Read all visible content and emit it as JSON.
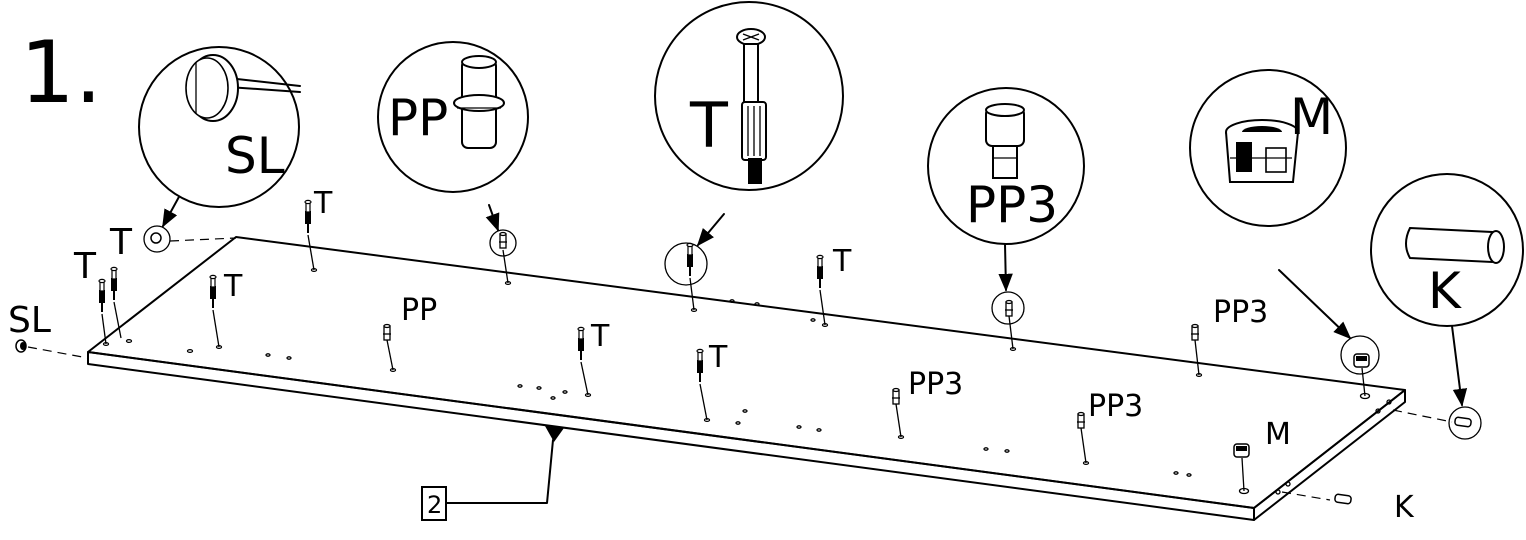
{
  "step_number": "1.",
  "part_number": "2",
  "callouts": {
    "sl": "SL",
    "pp": "PP",
    "t": "T",
    "pp3": "PP3",
    "m": "M",
    "k": "K"
  },
  "labels": {
    "sl": "SL",
    "t_a": "T",
    "t_b": "T",
    "t_c": "T",
    "t_d": "T",
    "t_e": "T",
    "t_f": "T",
    "t_g": "T",
    "pp": "PP",
    "pp3_a": "PP3",
    "pp3_b": "PP3",
    "pp3_c": "PP3",
    "m": "M",
    "k": "K"
  }
}
